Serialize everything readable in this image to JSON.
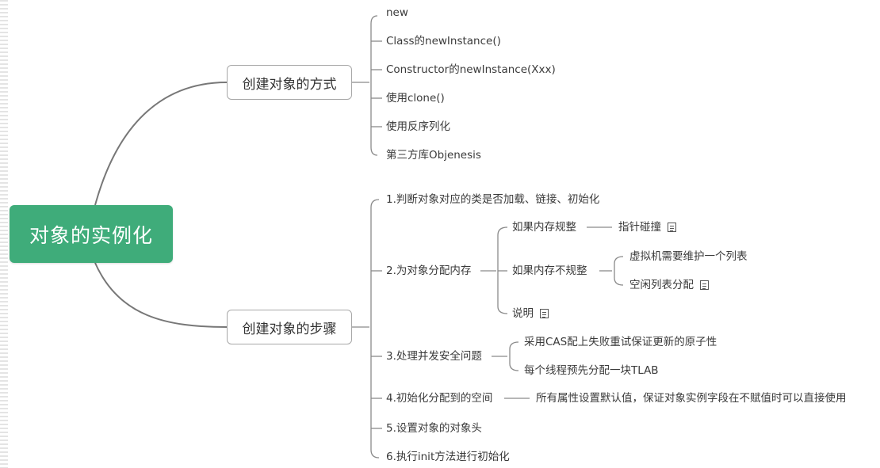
{
  "root": {
    "label": "对象的实例化"
  },
  "branches": {
    "ways": {
      "label": "创建对象的方式",
      "items": [
        "new",
        "Class的newInstance()",
        "Constructor的newInstance(Xxx)",
        "使用clone()",
        "使用反序列化",
        "第三方库Objenesis"
      ]
    },
    "steps": {
      "label": "创建对象的步骤",
      "items": {
        "s1": "1.判断对象对应的类是否加载、链接、初始化",
        "s2": {
          "label": "2.为对象分配内存",
          "regular": {
            "label": "如果内存规整",
            "child": "指针碰撞"
          },
          "irregular": {
            "label": "如果内存不规整",
            "children": [
              "虚拟机需要维护一个列表",
              "空闲列表分配"
            ]
          },
          "note": "说明"
        },
        "s3": {
          "label": "3.处理并发安全问题",
          "children": [
            "采用CAS配上失败重试保证更新的原子性",
            "每个线程预先分配一块TLAB"
          ]
        },
        "s4": {
          "label": "4.初始化分配到的空间",
          "child": "所有属性设置默认值，保证对象实例字段在不赋值时可以直接使用"
        },
        "s5": "5.设置对象的对象头",
        "s6": "6.执行init方法进行初始化"
      }
    }
  }
}
